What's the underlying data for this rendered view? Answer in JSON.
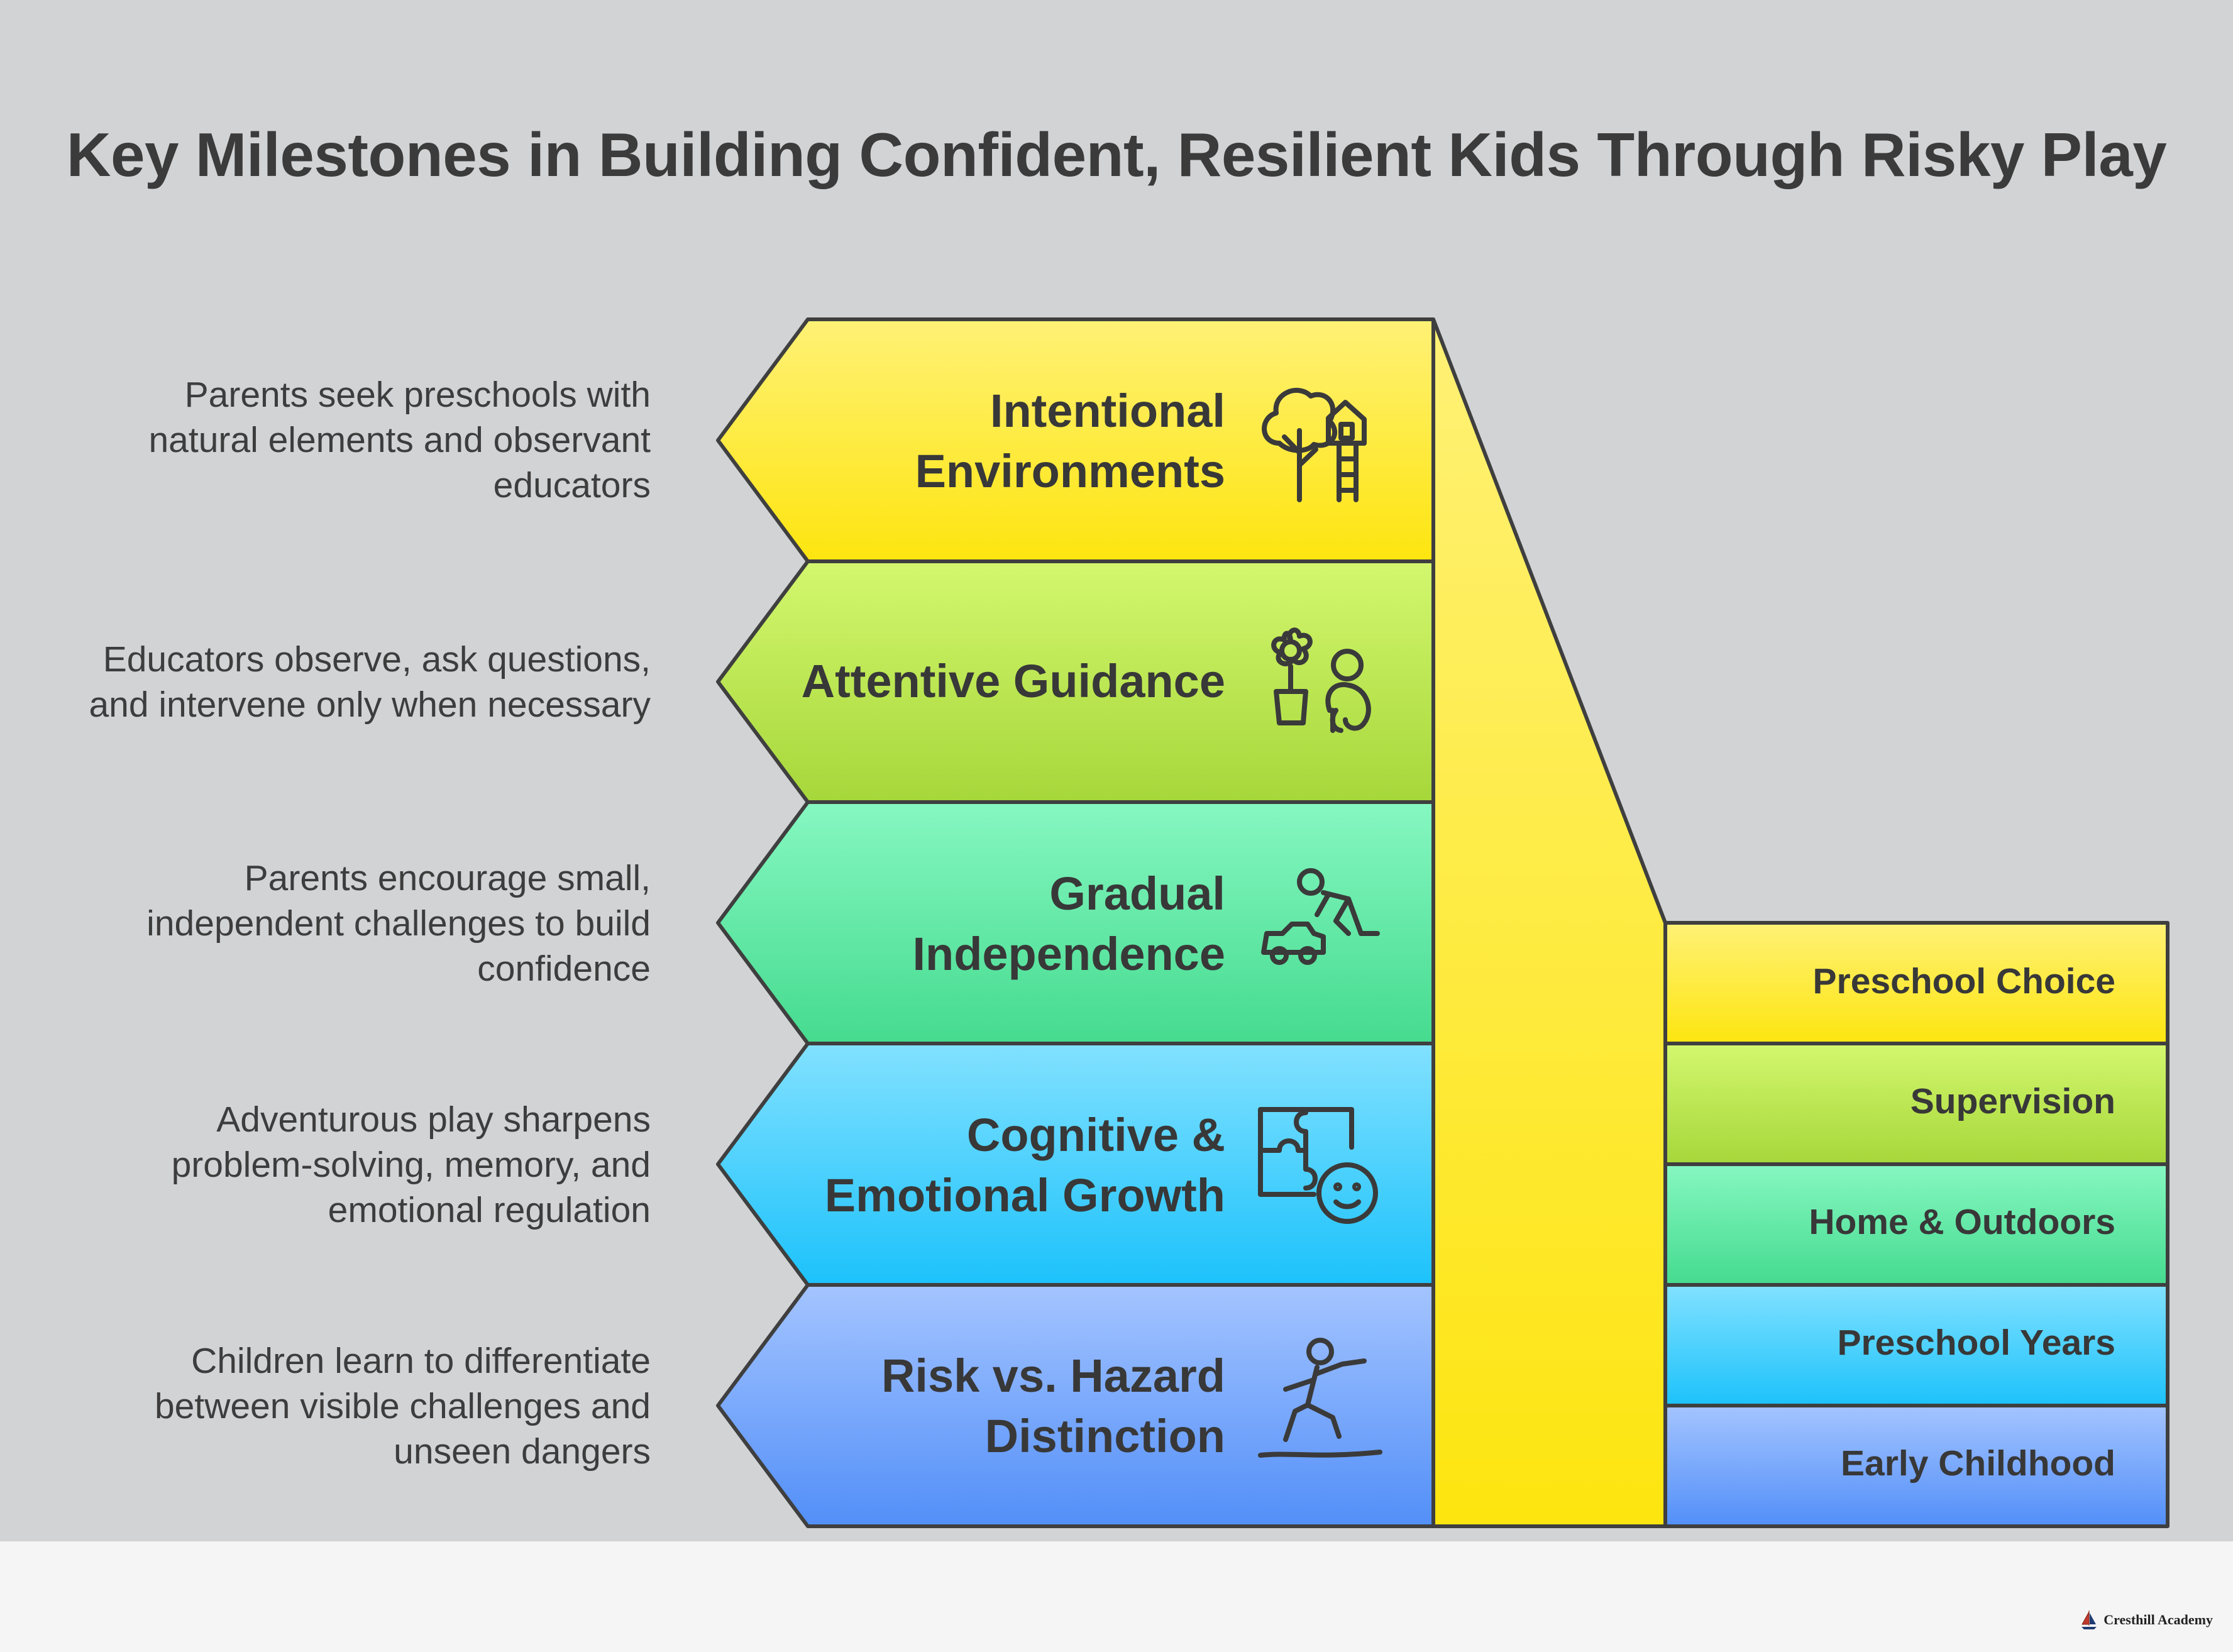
{
  "title": "Key Milestones in Building Confident, Resilient Kids Through Risky Play",
  "stages": [
    {
      "label": "Intentional\nEnvironments",
      "description": "Parents seek preschools with\nnatural elements and observant\neducators",
      "bar_label": "Preschool Choice",
      "icon": "tree-treehouse-icon",
      "color_top": "#fff176",
      "color_bottom": "#fde50f"
    },
    {
      "label": "Attentive Guidance",
      "description": "Educators observe, ask questions,\nand intervene only when necessary",
      "bar_label": "Supervision",
      "icon": "flower-child-icon",
      "color_top": "#d3f76e",
      "color_bottom": "#a6d73a"
    },
    {
      "label": "Gradual\nIndependence",
      "description": "Parents encourage small,\nindependent challenges to build\nconfidence",
      "bar_label": "Home & Outdoors",
      "icon": "crawling-child-toy-car-icon",
      "color_top": "#86f7c1",
      "color_bottom": "#45db8f"
    },
    {
      "label": "Cognitive &\nEmotional Growth",
      "description": "Adventurous play sharpens\nproblem-solving, memory, and\nemotional regulation",
      "bar_label": "Preschool Years",
      "icon": "puzzle-smiley-icon",
      "color_top": "#82e1ff",
      "color_bottom": "#1cc2fb"
    },
    {
      "label": "Risk vs. Hazard\nDistinction",
      "description": "Children learn to differentiate\nbetween visible challenges and\nunseen dangers",
      "bar_label": "Early Childhood",
      "icon": "balancing-child-icon",
      "color_top": "#a4c4ff",
      "color_bottom": "#528ff8"
    }
  ],
  "footer": {
    "brand": "Cresthill Academy",
    "icon": "sailboat-logo-icon"
  }
}
